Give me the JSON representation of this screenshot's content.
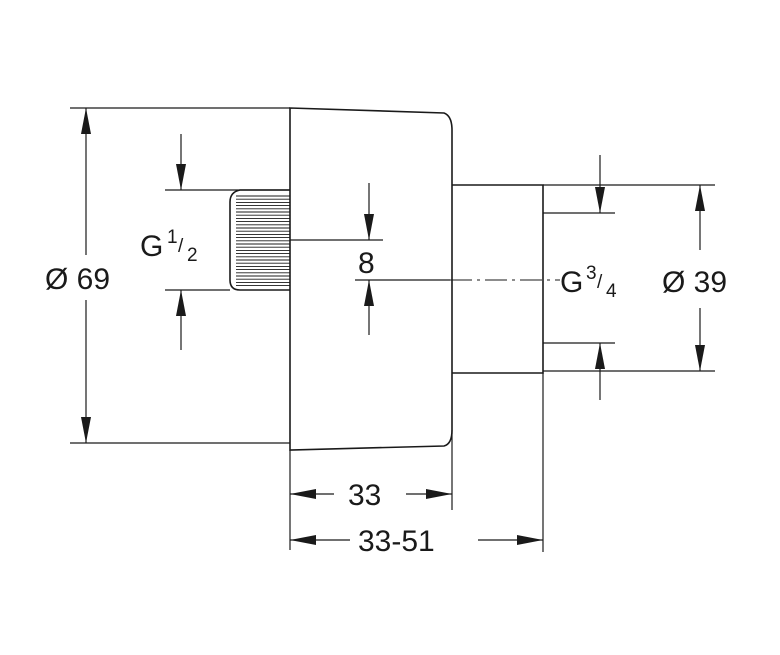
{
  "labels": {
    "dia_outer": "Ø 69",
    "thread_in_letter": "G",
    "thread_in_num": "1",
    "thread_in_slash": "/",
    "thread_in_den": "2",
    "offset": "8",
    "thread_out_letter": "G",
    "thread_out_num": "3",
    "thread_out_slash": "/",
    "thread_out_den": "4",
    "dia_outlet": "Ø 39",
    "depth": "33",
    "depth_range": "33-51"
  }
}
